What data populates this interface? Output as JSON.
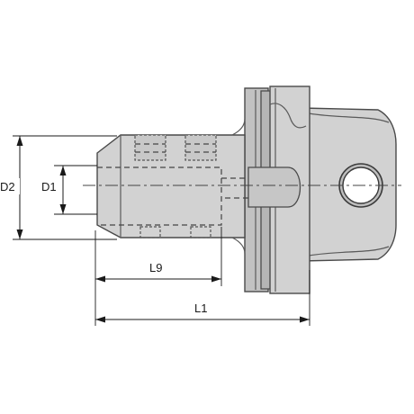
{
  "dimensions": {
    "d2": "D2",
    "d1": "D1",
    "l9": "L9",
    "l1": "L1"
  },
  "colors": {
    "body": "#d2d2d2",
    "outline": "#4a4a4a",
    "text": "#1a1a1a"
  }
}
